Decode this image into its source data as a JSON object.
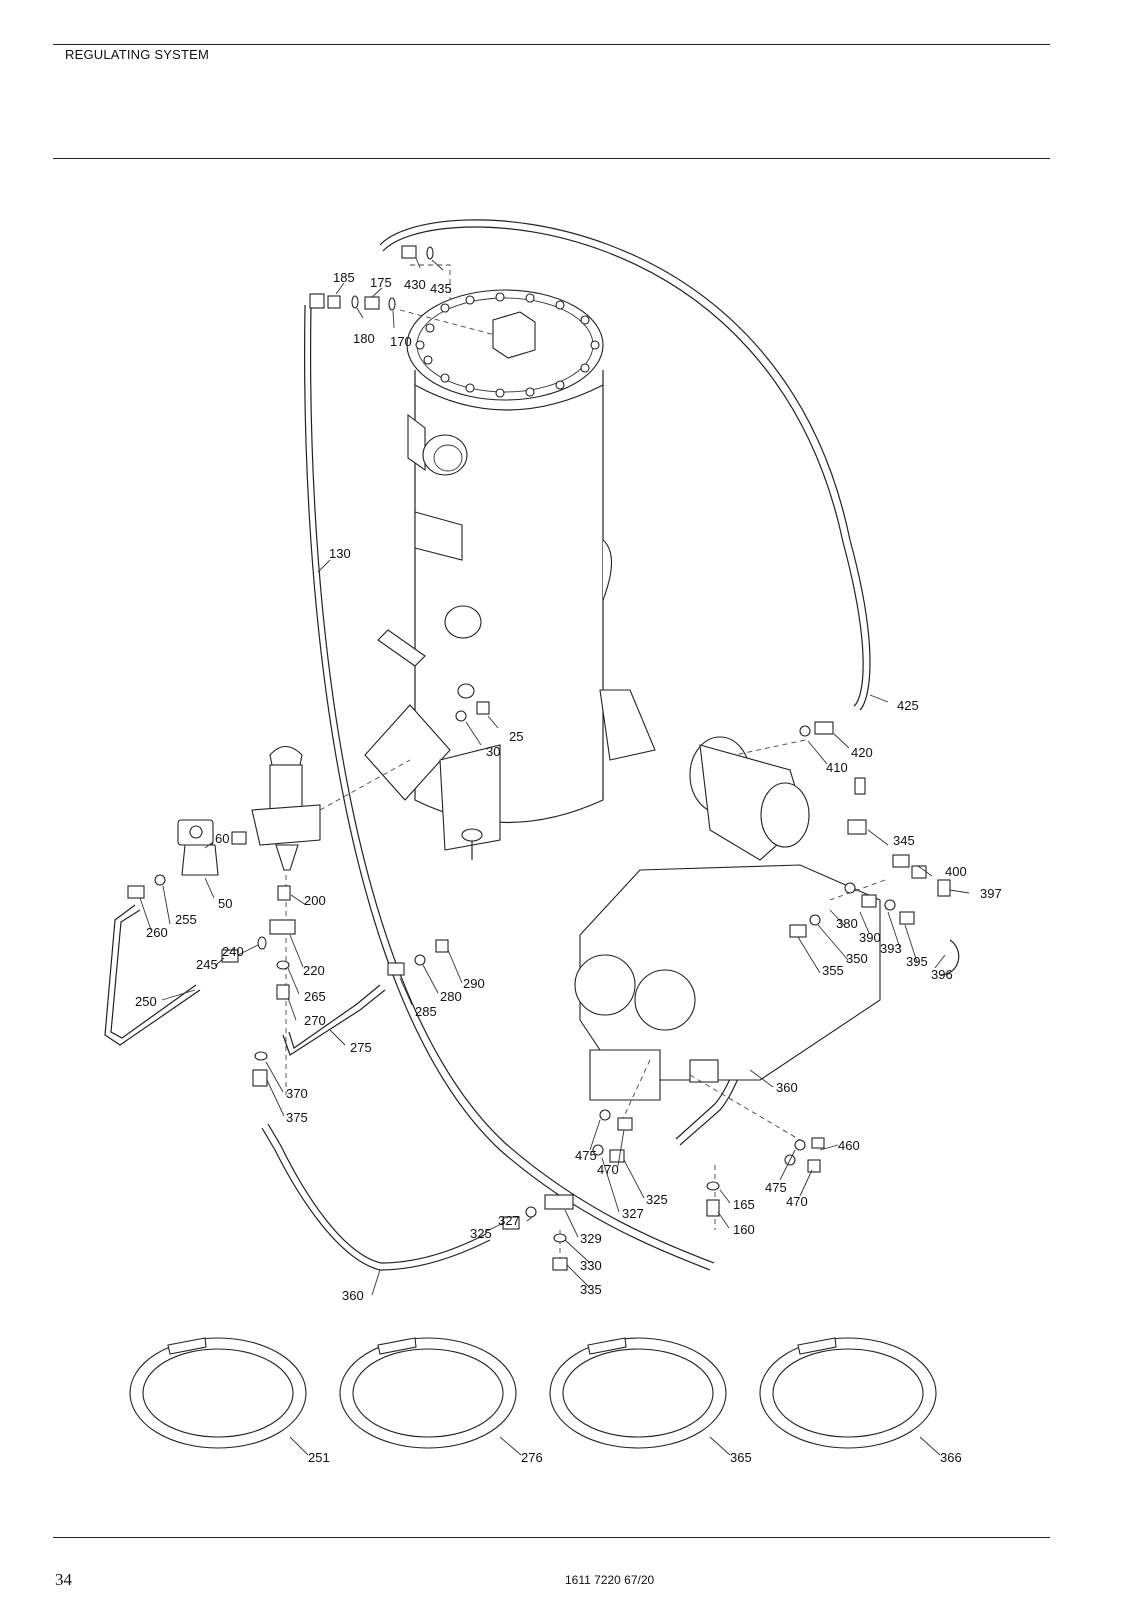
{
  "header": {
    "section_title": "REGULATING SYSTEM"
  },
  "footer": {
    "page_number": "34",
    "document_number": "1611 7220 67/20"
  },
  "callouts": [
    {
      "id": "c185",
      "text": "185"
    },
    {
      "id": "c175",
      "text": "175"
    },
    {
      "id": "c430",
      "text": "430"
    },
    {
      "id": "c435",
      "text": "435"
    },
    {
      "id": "c180",
      "text": "180"
    },
    {
      "id": "c170",
      "text": "170"
    },
    {
      "id": "c130",
      "text": "130"
    },
    {
      "id": "c425",
      "text": "425"
    },
    {
      "id": "c25",
      "text": "25"
    },
    {
      "id": "c30",
      "text": "30"
    },
    {
      "id": "c420",
      "text": "420"
    },
    {
      "id": "c410",
      "text": "410"
    },
    {
      "id": "c60",
      "text": "60"
    },
    {
      "id": "c345",
      "text": "345"
    },
    {
      "id": "c400",
      "text": "400"
    },
    {
      "id": "c397",
      "text": "397"
    },
    {
      "id": "c50",
      "text": "50"
    },
    {
      "id": "c200",
      "text": "200"
    },
    {
      "id": "c255",
      "text": "255"
    },
    {
      "id": "c260",
      "text": "260"
    },
    {
      "id": "c380",
      "text": "380"
    },
    {
      "id": "c390",
      "text": "390"
    },
    {
      "id": "c393",
      "text": "393"
    },
    {
      "id": "c350",
      "text": "350"
    },
    {
      "id": "c395",
      "text": "395"
    },
    {
      "id": "c396",
      "text": "396"
    },
    {
      "id": "c355",
      "text": "355"
    },
    {
      "id": "c240",
      "text": "240"
    },
    {
      "id": "c245",
      "text": "245"
    },
    {
      "id": "c220",
      "text": "220"
    },
    {
      "id": "c290",
      "text": "290"
    },
    {
      "id": "c280",
      "text": "280"
    },
    {
      "id": "c250",
      "text": "250"
    },
    {
      "id": "c265",
      "text": "265"
    },
    {
      "id": "c285",
      "text": "285"
    },
    {
      "id": "c270",
      "text": "270"
    },
    {
      "id": "c275",
      "text": "275"
    },
    {
      "id": "c360a",
      "text": "360"
    },
    {
      "id": "c370",
      "text": "370"
    },
    {
      "id": "c375",
      "text": "375"
    },
    {
      "id": "c460",
      "text": "460"
    },
    {
      "id": "c475a",
      "text": "475"
    },
    {
      "id": "c470a",
      "text": "470"
    },
    {
      "id": "c475b",
      "text": "475"
    },
    {
      "id": "c470b",
      "text": "470"
    },
    {
      "id": "c325a",
      "text": "325"
    },
    {
      "id": "c327a",
      "text": "327"
    },
    {
      "id": "c165",
      "text": "165"
    },
    {
      "id": "c327b",
      "text": "327"
    },
    {
      "id": "c160",
      "text": "160"
    },
    {
      "id": "c325b",
      "text": "325"
    },
    {
      "id": "c329",
      "text": "329"
    },
    {
      "id": "c330",
      "text": "330"
    },
    {
      "id": "c360b",
      "text": "360"
    },
    {
      "id": "c335",
      "text": "335"
    },
    {
      "id": "c251",
      "text": "251"
    },
    {
      "id": "c276",
      "text": "276"
    },
    {
      "id": "c365",
      "text": "365"
    },
    {
      "id": "c366",
      "text": "366"
    }
  ]
}
